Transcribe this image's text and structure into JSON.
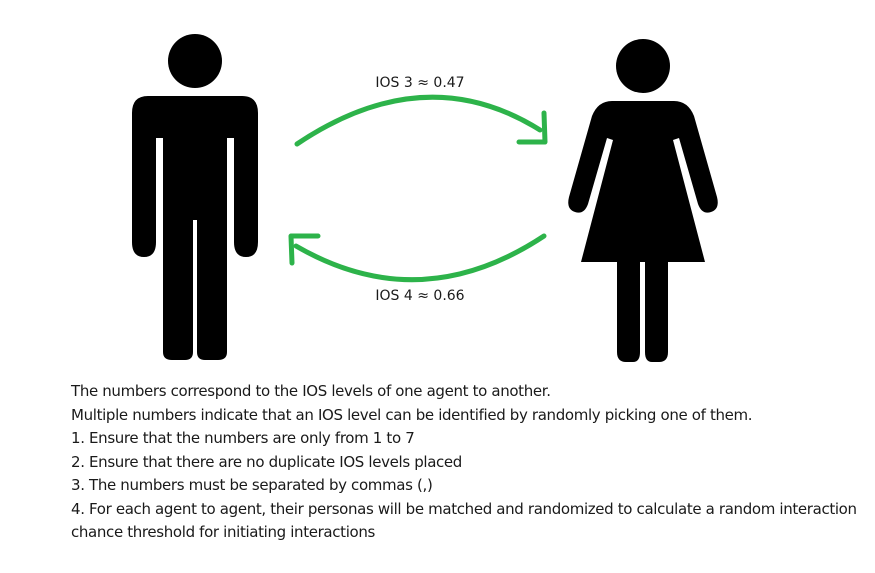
{
  "diagram": {
    "arrow_top_label": "IOS 3 ≈ 0.47",
    "arrow_bottom_label": "IOS 4 ≈ 0.66",
    "arrow_color": "#2db34a",
    "figure_color": "#000000",
    "left_figure_icon": "man-restroom-icon",
    "right_figure_icon": "woman-restroom-icon"
  },
  "notes": {
    "intro": "The numbers correspond to the IOS levels of one agent to another.",
    "multiple": "Multiple numbers indicate that an IOS level can be identified by randomly picking one of them.",
    "rules": [
      "1. Ensure that the numbers are only from 1 to 7",
      "2. Ensure that there are no duplicate IOS levels placed",
      "3. The numbers must be separated by commas (,)",
      "4. For each agent to agent, their personas will be matched and randomized to calculate a random interaction chance threshold for initiating interactions"
    ]
  }
}
